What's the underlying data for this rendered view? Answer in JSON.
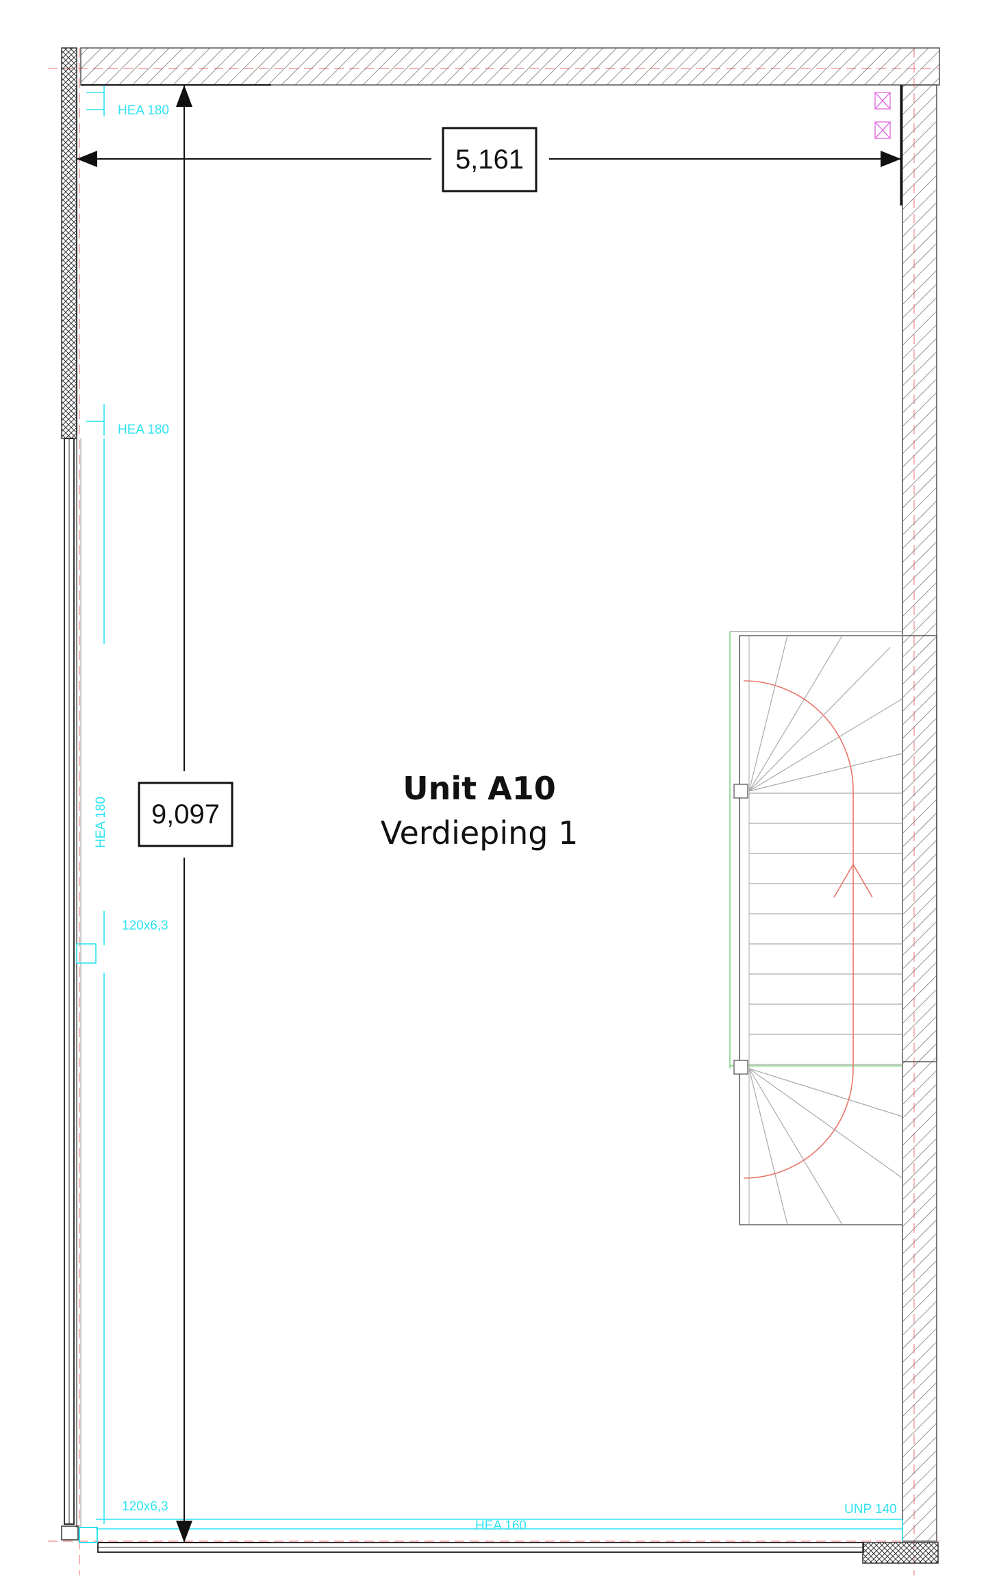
{
  "unit": {
    "title": "Unit A10",
    "subtitle": "Verdieping 1"
  },
  "dimensions": {
    "width": "5,161",
    "depth": "9,097"
  },
  "beams": {
    "hea180_top": "HEA 180",
    "hea180_mid": "HEA 180",
    "hea180_vertical": "HEA 180",
    "tube_upper": "120x6,3",
    "tube_lower": "120x6,3",
    "hea160": "HEA 160",
    "unp140": "UNP 140"
  },
  "colors": {
    "wall_line": "#555555",
    "beam_annotation": "#2fe2f0",
    "stair_path": "#e8766a",
    "stair_edge": "#7fd07f",
    "vent_marker": "#e070e0",
    "dimension": "#111111"
  }
}
